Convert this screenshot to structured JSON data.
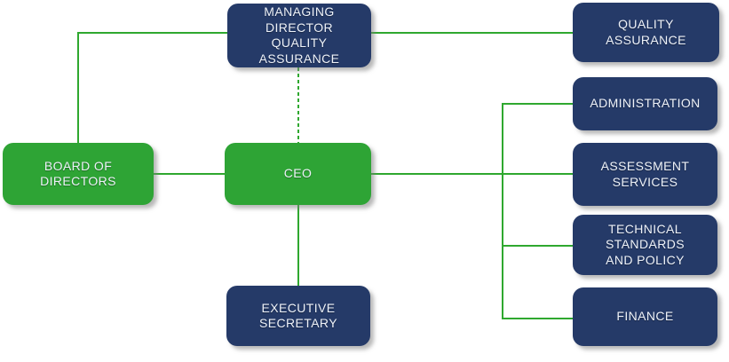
{
  "diagram": {
    "type": "org-chart",
    "colors": {
      "node_green": "#2ea435",
      "node_navy": "#253a68",
      "connector_green": "#2fa82f",
      "label_text": "#eef2f9",
      "background": "#ffffff"
    },
    "nodes": {
      "board_of_directors": {
        "label": "BOARD OF\nDIRECTORS",
        "color": "green"
      },
      "managing_director": {
        "label": "MANAGING\nDIRECTOR\nQUALITY ASSURANCE",
        "color": "navy"
      },
      "ceo": {
        "label": "CEO",
        "color": "green"
      },
      "executive_secretary": {
        "label": "EXECUTIVE\nSECRETARY",
        "color": "navy"
      },
      "quality_assurance": {
        "label": "QUALITY\nASSURANCE",
        "color": "navy"
      },
      "administration": {
        "label": "ADMINISTRATION",
        "color": "navy"
      },
      "assessment_services": {
        "label": "ASSESSMENT\nSERVICES",
        "color": "navy"
      },
      "technical_standards": {
        "label": "TECHNICAL\nSTANDARDS\nAND POLICY",
        "color": "navy"
      },
      "finance": {
        "label": "FINANCE",
        "color": "navy"
      }
    },
    "edges": [
      {
        "from": "board_of_directors",
        "to": "managing_director",
        "style": "solid"
      },
      {
        "from": "managing_director",
        "to": "quality_assurance",
        "style": "solid"
      },
      {
        "from": "managing_director",
        "to": "ceo",
        "style": "dashed"
      },
      {
        "from": "board_of_directors",
        "to": "ceo",
        "style": "solid"
      },
      {
        "from": "ceo",
        "to": "executive_secretary",
        "style": "solid"
      },
      {
        "from": "ceo",
        "to": "administration",
        "style": "solid"
      },
      {
        "from": "ceo",
        "to": "assessment_services",
        "style": "solid"
      },
      {
        "from": "ceo",
        "to": "technical_standards",
        "style": "solid"
      },
      {
        "from": "ceo",
        "to": "finance",
        "style": "solid"
      }
    ]
  }
}
